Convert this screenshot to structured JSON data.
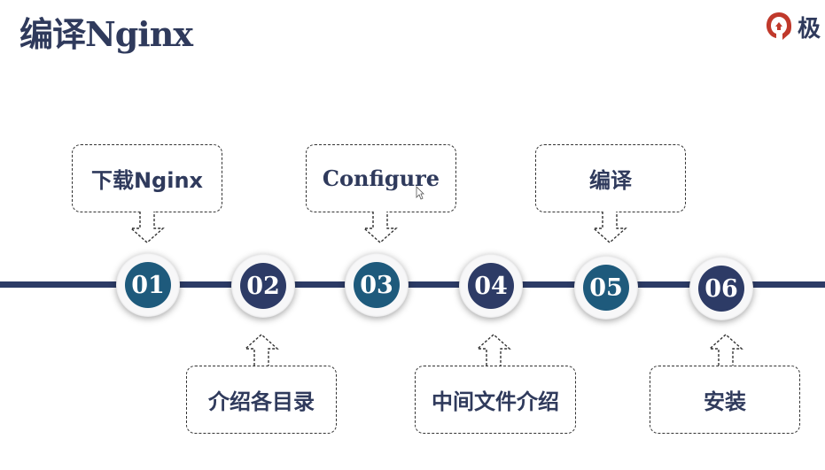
{
  "slide": {
    "title": "编译Nginx",
    "brand": {
      "icon": "geek-logo-icon",
      "text": "极",
      "color": "#c0392b"
    }
  },
  "timeline": {
    "line_color": "#2c3b66",
    "nodes": [
      {
        "label": "01",
        "style": "teal"
      },
      {
        "label": "02",
        "style": "navy"
      },
      {
        "label": "03",
        "style": "teal"
      },
      {
        "label": "04",
        "style": "navy"
      },
      {
        "label": "05",
        "style": "teal"
      },
      {
        "label": "06",
        "style": "navy"
      }
    ]
  },
  "callouts": {
    "download": "下载Nginx",
    "configure": "Configure",
    "compile": "编译",
    "directories": "介绍各目录",
    "intermediate_files": "中间文件介绍",
    "install": "安装"
  }
}
